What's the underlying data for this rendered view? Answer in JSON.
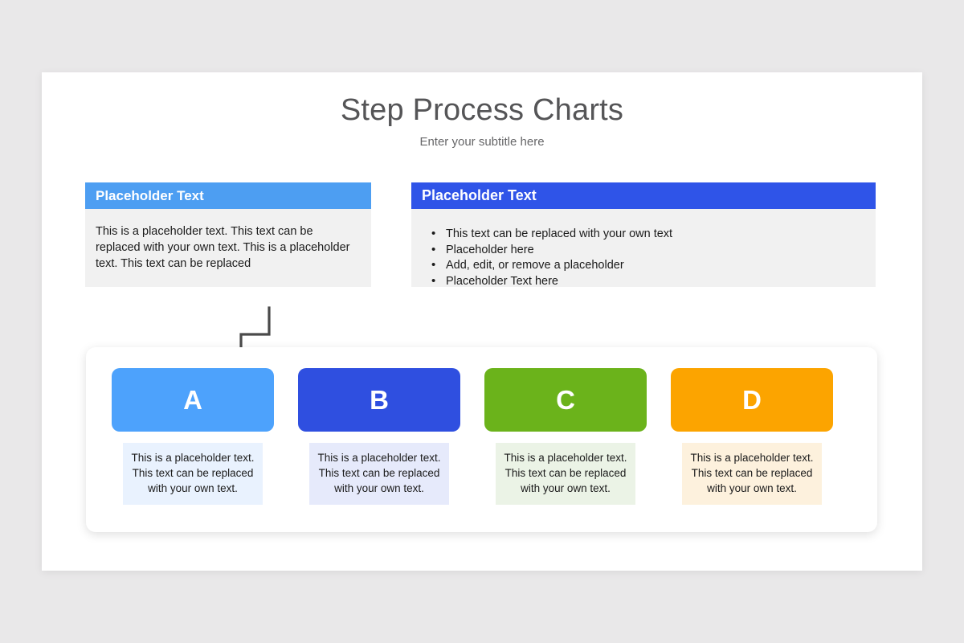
{
  "slide": {
    "title": "Step Process Charts",
    "subtitle": "Enter your subtitle here"
  },
  "panels": {
    "left": {
      "heading": "Placeholder Text",
      "paragraph": "This is a placeholder text. This text can be replaced with your own text. This is a placeholder text. This text can be replaced",
      "header_color": "#4d9ef2",
      "body_color": "#f1f1f1"
    },
    "right": {
      "heading": "Placeholder Text",
      "header_color": "#2f54e8",
      "body_color": "#f1f1f1",
      "bullets": [
        "This text can be replaced with your own text",
        "Placeholder here",
        "Add, edit, or remove a placeholder",
        "Placeholder Text here"
      ]
    }
  },
  "connector": {
    "color": "#4a4a4a",
    "from": "panel-left",
    "to": "step-a"
  },
  "steps": [
    {
      "label": "A",
      "badge_color": "#4da2fc",
      "caption_bg": "#e9f2fe",
      "caption": "This is a placeholder text. This text can be replaced with your own text."
    },
    {
      "label": "B",
      "badge_color": "#2f4fe0",
      "caption_bg": "#e6eafb",
      "caption": "This is a placeholder text. This text can be replaced with your own text."
    },
    {
      "label": "C",
      "badge_color": "#6bb31b",
      "caption_bg": "#ebf3e6",
      "caption": "This is a placeholder text. This text can be replaced with your own text."
    },
    {
      "label": "D",
      "badge_color": "#fca400",
      "caption_bg": "#fdf1dd",
      "caption": "This is a placeholder text. This text can be replaced with your own text."
    }
  ]
}
